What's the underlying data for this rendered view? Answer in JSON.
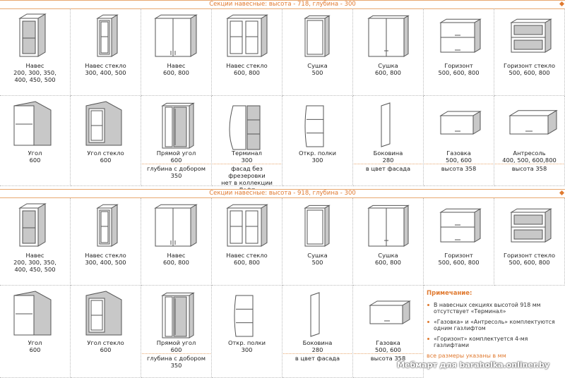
{
  "sections": [
    {
      "title": "Секции навесные: высота - 718, глубина - 300"
    },
    {
      "title": "Секции навесные: высота - 918, глубина - 300"
    }
  ],
  "row1": [
    {
      "name": "Навес",
      "sizes": "200, 300, 350,\n400, 450, 500",
      "icon": "wall-cabinet-shelves-icon"
    },
    {
      "name": "Навес стекло",
      "sizes": "300, 400, 500",
      "icon": "wall-cabinet-glass-icon"
    },
    {
      "name": "Навес",
      "sizes": "600, 800",
      "icon": "wall-cabinet-double-icon"
    },
    {
      "name": "Навес стекло",
      "sizes": "600, 800",
      "icon": "wall-cabinet-double-glass-icon"
    },
    {
      "name": "Сушка",
      "sizes": "500",
      "icon": "dish-dryer-icon"
    },
    {
      "name": "Сушка",
      "sizes": "600, 800",
      "icon": "dish-dryer-double-icon"
    },
    {
      "name": "Горизонт",
      "sizes": "500, 600, 800",
      "icon": "horizontal-cabinet-icon"
    },
    {
      "name": "Горизонт стекло",
      "sizes": "500, 600, 800",
      "icon": "horizontal-cabinet-glass-icon"
    }
  ],
  "row2": [
    {
      "name": "Угол",
      "sizes": "600",
      "note": "",
      "icon": "corner-cabinet-icon"
    },
    {
      "name": "Угол стекло",
      "sizes": "600",
      "note": "",
      "icon": "corner-cabinet-glass-icon"
    },
    {
      "name": "Прямой угол",
      "sizes": "600",
      "note": "глубина с добором\n350",
      "icon": "straight-corner-icon"
    },
    {
      "name": "Терминал",
      "sizes": "300",
      "note": "фасад без фрезеровки\nнет в коллекции Лофт",
      "icon": "terminal-icon"
    },
    {
      "name": "Откр. полки",
      "sizes": "300",
      "note": "",
      "icon": "open-shelves-icon"
    },
    {
      "name": "Боковина",
      "sizes": "280",
      "note": "в цвет фасада",
      "icon": "side-panel-icon"
    },
    {
      "name": "Газовка",
      "sizes": "500, 600",
      "note": "высота 358",
      "icon": "gas-cabinet-icon"
    },
    {
      "name": "Антресоль",
      "sizes": "400, 500, 600,800",
      "note": "высота 358",
      "icon": "mezzanine-icon"
    }
  ],
  "row3": [
    {
      "name": "Навес",
      "sizes": "200, 300, 350,\n400, 450, 500",
      "icon": "wall-cabinet-shelves-icon"
    },
    {
      "name": "Навес стекло",
      "sizes": "300, 400, 500",
      "icon": "wall-cabinet-glass-icon"
    },
    {
      "name": "Навес",
      "sizes": "600, 800",
      "icon": "wall-cabinet-double-icon"
    },
    {
      "name": "Навес стекло",
      "sizes": "600, 800",
      "icon": "wall-cabinet-double-glass-icon"
    },
    {
      "name": "Сушка",
      "sizes": "500",
      "icon": "dish-dryer-icon"
    },
    {
      "name": "Сушка",
      "sizes": "600, 800",
      "icon": "dish-dryer-double-icon"
    },
    {
      "name": "Горизонт",
      "sizes": "500, 600, 800",
      "icon": "horizontal-cabinet-icon"
    },
    {
      "name": "Горизонт стекло",
      "sizes": "500, 600, 800",
      "icon": "horizontal-cabinet-glass-icon"
    }
  ],
  "row4": [
    {
      "name": "Угол",
      "sizes": "600",
      "note": "",
      "icon": "corner-cabinet-icon"
    },
    {
      "name": "Угол стекло",
      "sizes": "600",
      "note": "",
      "icon": "corner-cabinet-glass-icon"
    },
    {
      "name": "Прямой угол",
      "sizes": "600",
      "note": "глубина с добором 350",
      "icon": "straight-corner-icon"
    },
    {
      "name": "Откр. полки",
      "sizes": "300",
      "note": "",
      "icon": "open-shelves-icon"
    },
    {
      "name": "Боковина",
      "sizes": "280",
      "note": "в цвет фасада",
      "icon": "side-panel-icon"
    },
    {
      "name": "Газовка",
      "sizes": "500, 600",
      "note": "высота 358",
      "icon": "gas-cabinet-icon"
    }
  ],
  "notes": {
    "title": "Примечание:",
    "items": [
      "В навесных секциях высотой 918 мм отсутствует «Терминал»",
      "«Газовка» и «Антресоль» комплектуются одним газлифтом",
      "«Горизонт» комплектуется 4-мя газлифтами"
    ],
    "footer": "все размеры указаны в мм"
  },
  "watermark": "Мебмарт для baraholka.onliner.by",
  "colors": {
    "accent": "#e07a30",
    "line": "#555555",
    "shade": "#c8c8c8"
  }
}
